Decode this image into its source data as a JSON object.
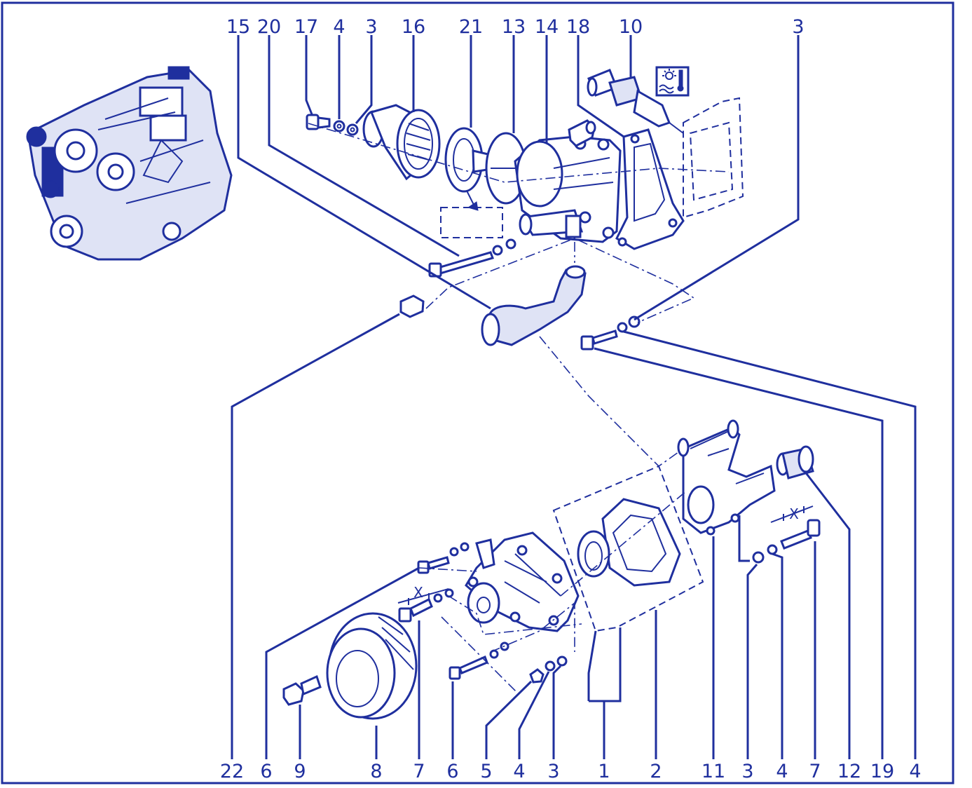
{
  "colors": {
    "ink": "#1f2f9e",
    "paper": "#ffffff"
  },
  "top_labels": [
    {
      "id": "15",
      "text": "15"
    },
    {
      "id": "20",
      "text": "20"
    },
    {
      "id": "17",
      "text": "17"
    },
    {
      "id": "4a",
      "text": "4"
    },
    {
      "id": "3a",
      "text": "3"
    },
    {
      "id": "16",
      "text": "16"
    },
    {
      "id": "21",
      "text": "21"
    },
    {
      "id": "13",
      "text": "13"
    },
    {
      "id": "14",
      "text": "14"
    },
    {
      "id": "18",
      "text": "18"
    },
    {
      "id": "10",
      "text": "10"
    },
    {
      "id": "3b",
      "text": "3"
    }
  ],
  "bottom_labels": [
    {
      "id": "22",
      "text": "22"
    },
    {
      "id": "6a",
      "text": "6"
    },
    {
      "id": "9",
      "text": "9"
    },
    {
      "id": "8",
      "text": "8"
    },
    {
      "id": "7a",
      "text": "7"
    },
    {
      "id": "6b",
      "text": "6"
    },
    {
      "id": "5",
      "text": "5"
    },
    {
      "id": "4b",
      "text": "4"
    },
    {
      "id": "3c",
      "text": "3"
    },
    {
      "id": "1",
      "text": "1"
    },
    {
      "id": "2",
      "text": "2"
    },
    {
      "id": "11",
      "text": "11"
    },
    {
      "id": "3d",
      "text": "3"
    },
    {
      "id": "4c",
      "text": "4"
    },
    {
      "id": "7b",
      "text": "7"
    },
    {
      "id": "12",
      "text": "12"
    },
    {
      "id": "19",
      "text": "19"
    },
    {
      "id": "4d",
      "text": "4"
    }
  ],
  "dimension_marks": [
    {
      "id": "x-left",
      "text": "X"
    },
    {
      "id": "x-right",
      "text": "X"
    }
  ],
  "icons": {
    "coolant_temperature": "coolant-temperature-icon",
    "engine": "engine-illustration-icon"
  }
}
